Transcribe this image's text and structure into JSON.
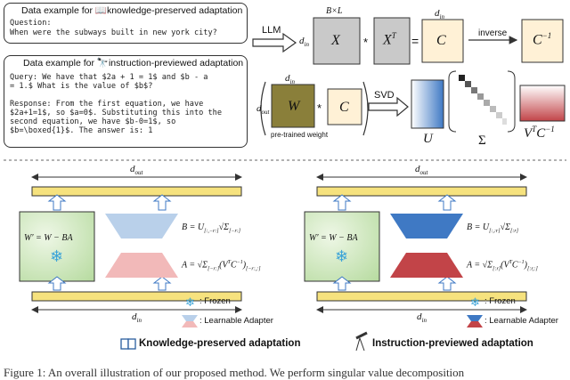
{
  "box1": {
    "title": "Data example for 📖knowledge-preserved adaptation",
    "lines": [
      "Question:",
      "When were the subways built in new york city?"
    ]
  },
  "box2": {
    "title": "Data example for 🔭instruction-previewed adaptation",
    "lines": [
      "Query: We have that $2a + 1 = 1$ and $b - a",
      "= 1.$ What is the value of $b$?",
      "",
      "Response: From the first equation, we have",
      "$2a+1=1$, so $a=0$. Substituting this into the",
      "second equation, we have $b-0=1$, so",
      "$b=\\boxed{1}$. The answer is: 1"
    ]
  },
  "top": {
    "llm_label": "LLM",
    "svd_label": "SVD",
    "inverse_label": "inverse",
    "pretrained_label": "pre-trained weight",
    "dim_bl": "B×L",
    "dim_din": "d",
    "dim_din_sub": "in",
    "dim_dout_sub": "out",
    "mat_x": "X",
    "mat_xt": "X",
    "mat_xt_sup": "T",
    "mat_c": "C",
    "mat_cinv": "C",
    "mat_cinv_sup": "−1",
    "mat_w": "W",
    "mat_u": "U",
    "mat_sigma": "Σ",
    "mat_vtc": "V",
    "mat_vtc_sup": "T",
    "mat_vtc_tail": "C",
    "mat_vtc_tail_sup": "−1",
    "op_mul": "*",
    "op_eq": "="
  },
  "left_panel": {
    "wprime": "W′ = W − BA",
    "b_eq": "B = U",
    "b_sub": "[:,−r:]",
    "b_tail": "√Σ",
    "b_tail_sub": "[−r:]",
    "a_eq": "A = √Σ",
    "a_sub": "[−r:]",
    "a_tail": "(V",
    "a_tail_sup": "T",
    "a_tail2": "C",
    "a_tail2_sup": "−1",
    "a_tail3": ")",
    "a_tail3_sub": "[−r:,:]",
    "legend_frozen": ": Frozen",
    "legend_learn": ": Learnable Adapter",
    "caption": "Knowledge-preserved adaptation"
  },
  "right_panel": {
    "wprime": "W′ = W − BA",
    "b_eq": "B = U",
    "b_sub": "[:,:r]",
    "b_tail": "√Σ",
    "b_tail_sub": "[:r]",
    "a_eq": "A = √Σ",
    "a_sub": "[:r]",
    "a_tail": "(V",
    "a_tail_sup": "T",
    "a_tail2": "C",
    "a_tail2_sup": "−1",
    "a_tail3": ")",
    "a_tail3_sub": "[:r,:]",
    "legend_frozen": ": Frozen",
    "legend_learn": ": Learnable Adapter",
    "caption": "Instruction-previewed adaptation"
  },
  "colors": {
    "gray": "#c9c9c9",
    "cream": "#fff1d6",
    "olive": "#8a7f3a",
    "green": "#d7ecc5",
    "yellow": "#f6e27e",
    "lightblue": "#b9d0ea",
    "lightpink": "#f2b9b9",
    "blue": "#3f79c4",
    "red": "#c24448",
    "frozen": "#3aa3d8"
  },
  "footer_text": "Figure 1: An overall illustration of our proposed method. We perform singular value decomposition"
}
